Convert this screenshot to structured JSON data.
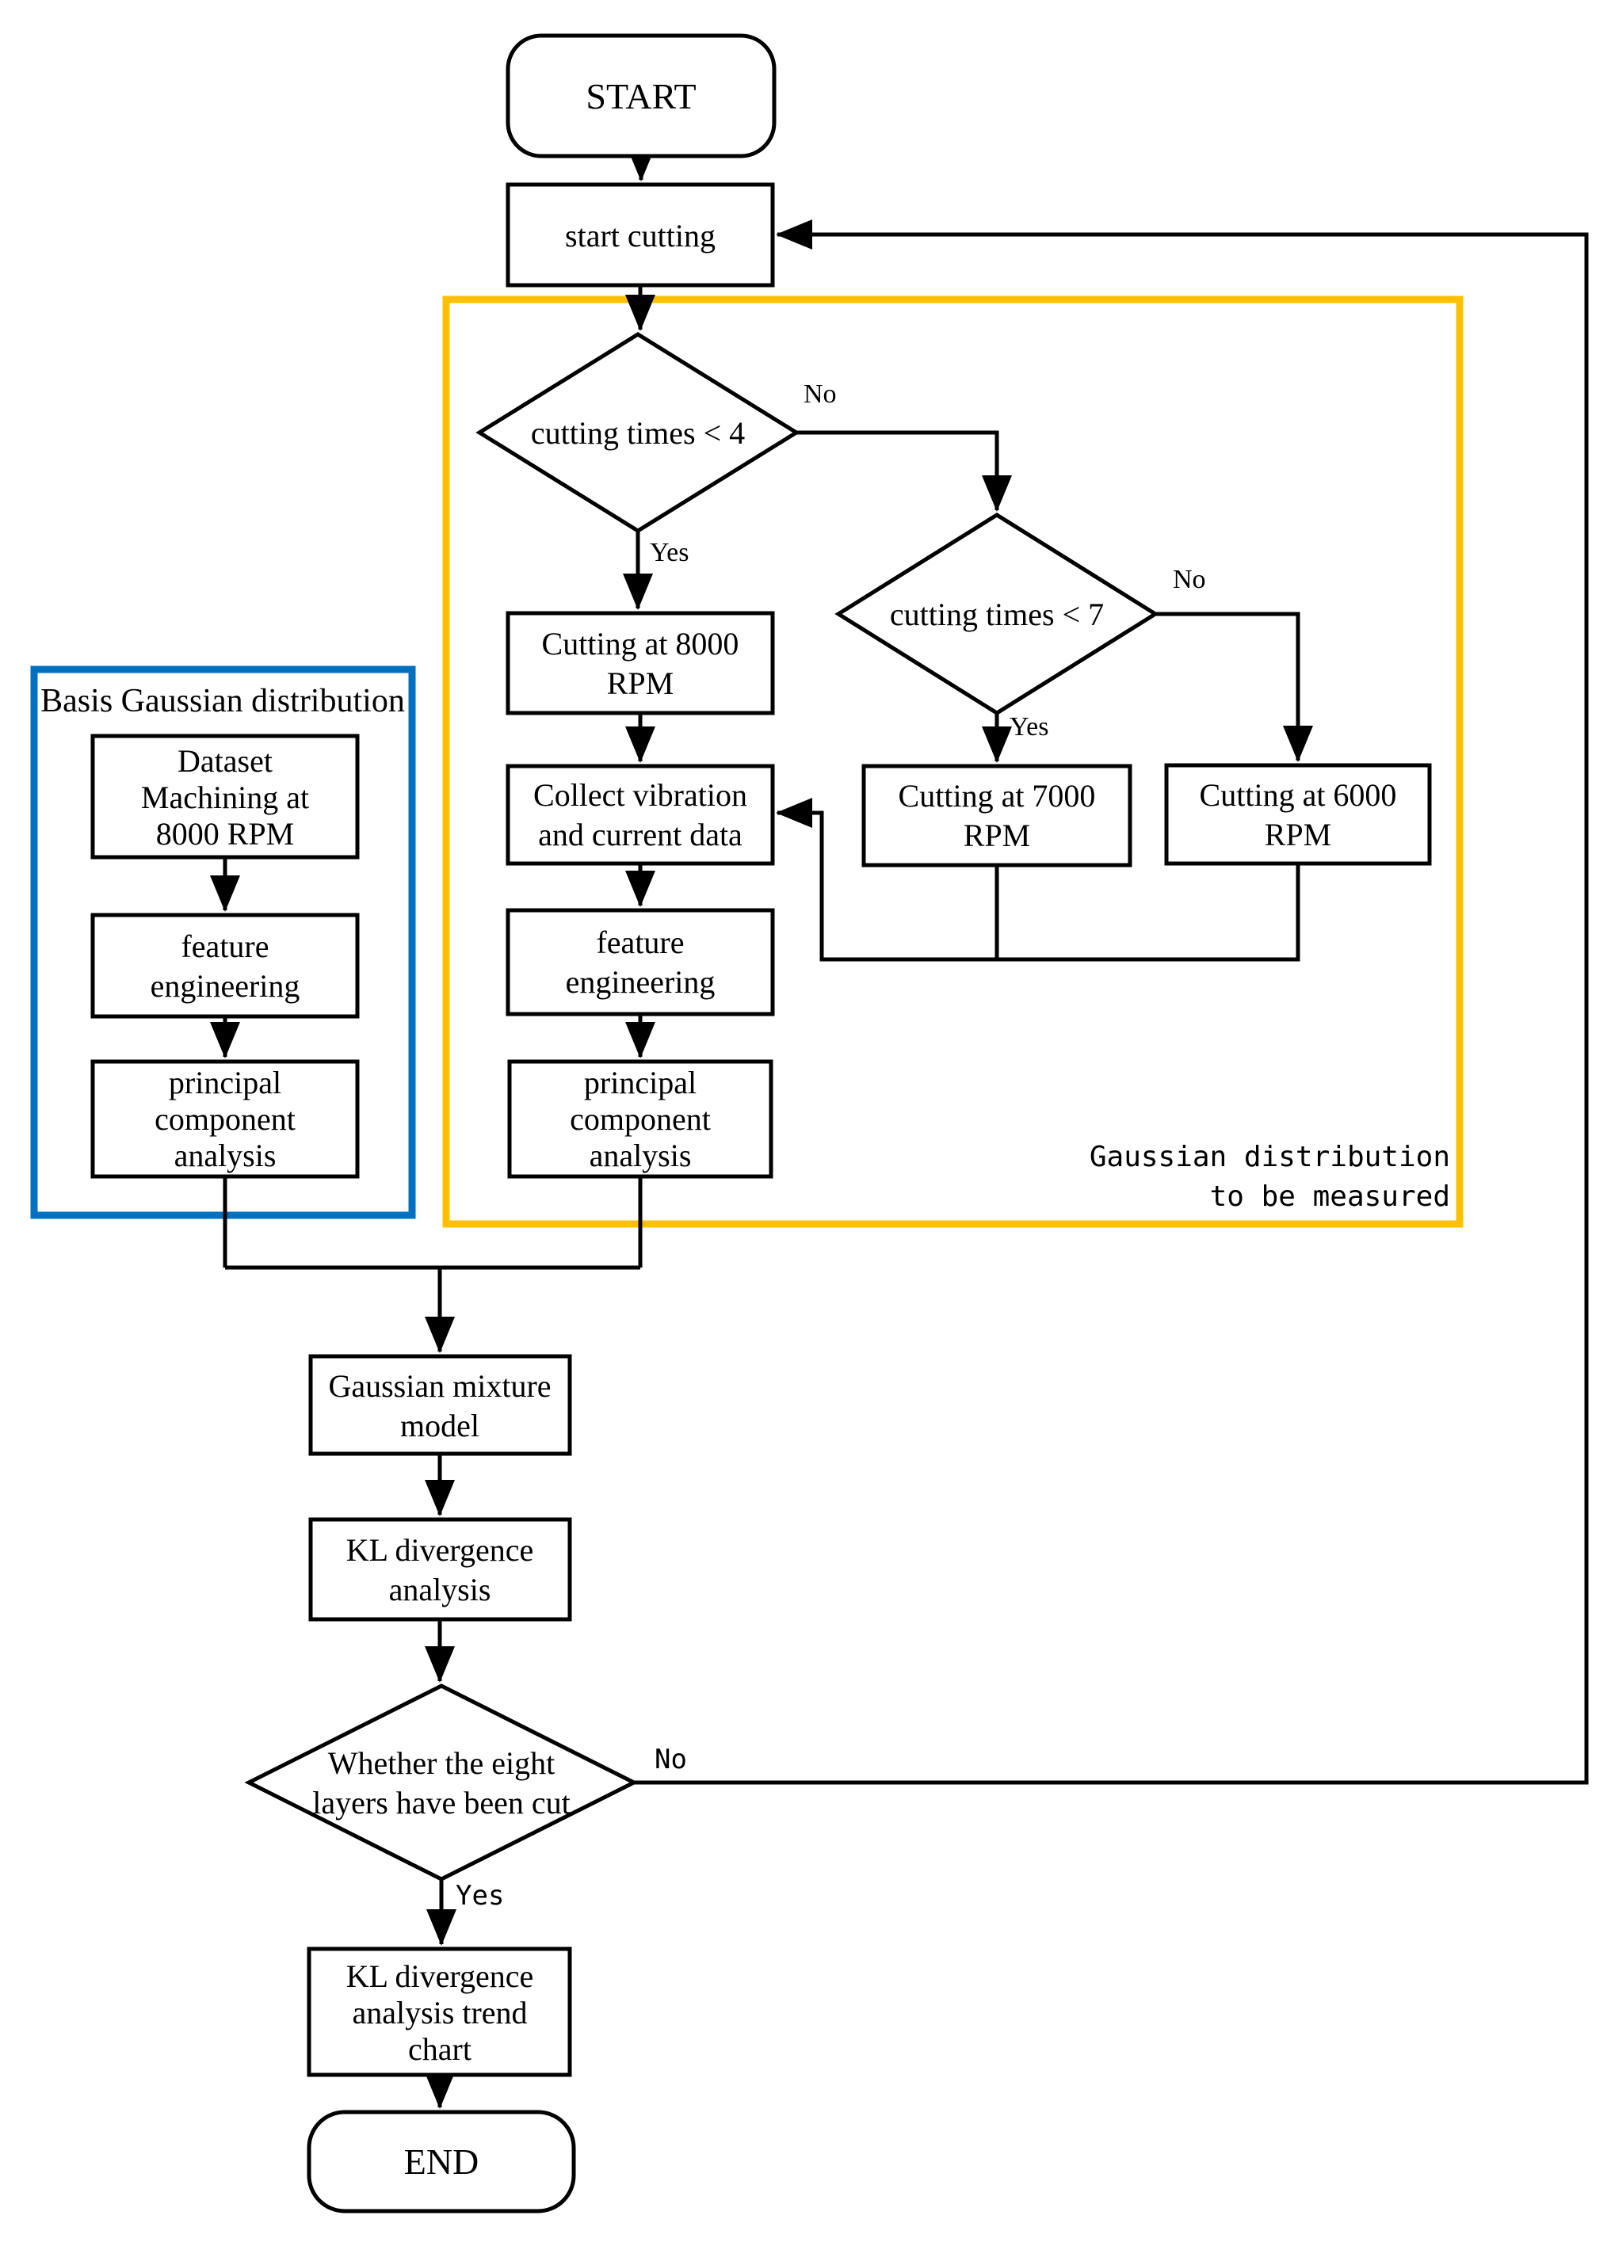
{
  "colors": {
    "flow_line": "#000000",
    "basis_border": "#0070C0",
    "measured_border": "#FFC000"
  },
  "regions": {
    "basis": {
      "title": "Basis Gaussian distribution"
    },
    "measured": {
      "line1": "Gaussian distribution",
      "line2": "to be measured"
    }
  },
  "nodes": {
    "start": {
      "label": "START"
    },
    "start_cutting": {
      "label": "start cutting"
    },
    "decision_cut4": {
      "label": "cutting times < 4",
      "yes": "Yes",
      "no": "No"
    },
    "decision_cut7": {
      "label": "cutting times < 7",
      "yes": "Yes",
      "no": "No"
    },
    "cutting_8000": {
      "lines": [
        "Cutting at 8000",
        "RPM"
      ]
    },
    "cutting_7000": {
      "lines": [
        "Cutting at 7000",
        "RPM"
      ]
    },
    "cutting_6000": {
      "lines": [
        "Cutting at 6000",
        "RPM"
      ]
    },
    "collect_data": {
      "lines": [
        "Collect vibration",
        "and current data"
      ]
    },
    "feature_eng_measured": {
      "lines": [
        "feature",
        "engineering"
      ]
    },
    "pca_measured": {
      "lines": [
        "principal",
        "component",
        "analysis"
      ]
    },
    "dataset": {
      "lines": [
        "Dataset",
        "Machining at",
        "8000 RPM"
      ]
    },
    "feature_eng_basis": {
      "lines": [
        "feature",
        "engineering"
      ]
    },
    "pca_basis": {
      "lines": [
        "principal",
        "component",
        "analysis"
      ]
    },
    "gmm": {
      "lines": [
        "Gaussian mixture",
        "model"
      ]
    },
    "kl_analysis": {
      "lines": [
        "KL divergence",
        "analysis"
      ]
    },
    "decision_eight_layers": {
      "lines": [
        "Whether the eight",
        "layers have been cut"
      ],
      "yes": "Yes",
      "no": "No"
    },
    "kl_trend": {
      "lines": [
        "KL divergence",
        "analysis trend",
        "chart"
      ]
    },
    "end": {
      "label": "END"
    }
  }
}
